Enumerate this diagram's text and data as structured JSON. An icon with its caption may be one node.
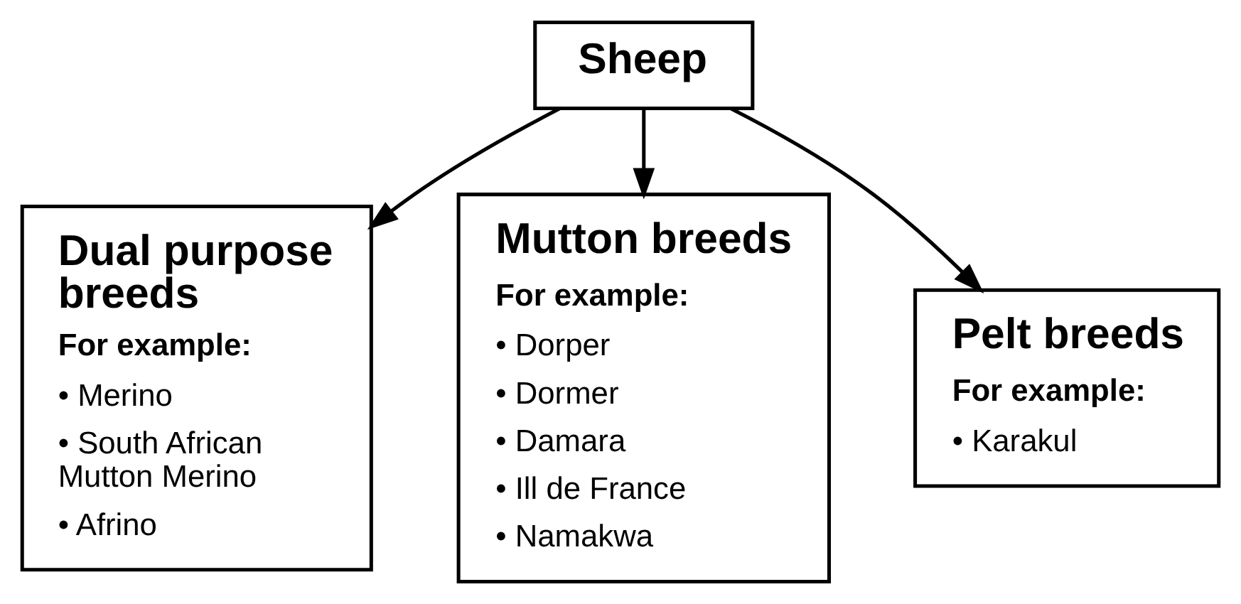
{
  "diagram": {
    "nodes": [
      {
        "text": [
          "Sheep"
        ]
      },
      {
        "text": [
          "Dual purpose breeds",
          "For example:",
          "• Merino",
          "• South African Mutton Merino",
          "• Afrino"
        ]
      },
      {
        "text": [
          "Mutton breeds",
          "For example:",
          "• Dorper",
          "• Dormer",
          "• Damara",
          "• Ill de France",
          "• Namakwa"
        ]
      },
      {
        "text": [
          "Pelt breeds",
          "For example:",
          "• Karakul"
        ]
      }
    ],
    "edges": [
      {
        "from": 0,
        "to": 1,
        "arrow": "to"
      },
      {
        "from": 0,
        "to": 2,
        "arrow": "to"
      },
      {
        "from": 0,
        "to": 3,
        "arrow": "to"
      }
    ]
  }
}
